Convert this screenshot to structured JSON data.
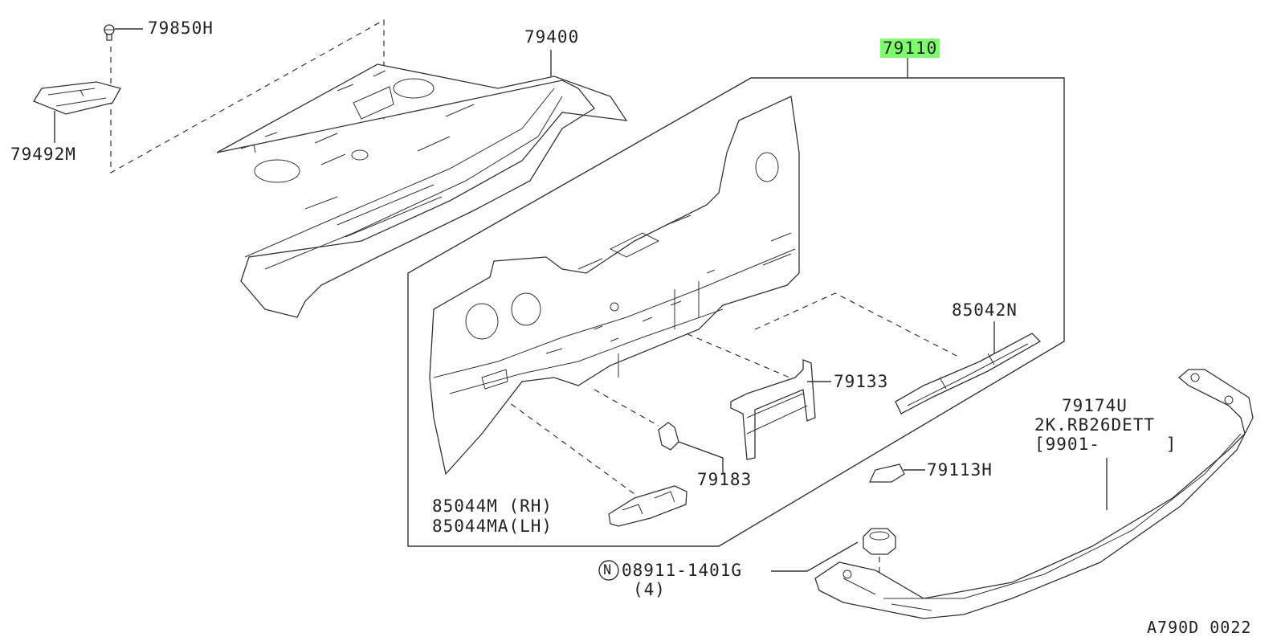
{
  "parts": [
    {
      "id": "79850H",
      "label": "79850H"
    },
    {
      "id": "79400",
      "label": "79400"
    },
    {
      "id": "79110",
      "label": "79110",
      "highlight": "#7dff6b"
    },
    {
      "id": "79492M",
      "label": "79492M"
    },
    {
      "id": "85042N",
      "label": "85042N"
    },
    {
      "id": "79133",
      "label": "79133"
    },
    {
      "id": "79174U",
      "label": "79174U"
    },
    {
      "id": "79174U_note1",
      "label": "2K.RB26DETT"
    },
    {
      "id": "79174U_note2",
      "label": "[9901-      ]"
    },
    {
      "id": "79183",
      "label": "79183"
    },
    {
      "id": "79113H",
      "label": "79113H"
    },
    {
      "id": "85044M",
      "label": "85044M (RH)"
    },
    {
      "id": "85044MA",
      "label": "85044MA(LH)"
    },
    {
      "id": "08911",
      "label": "08911-1401G"
    },
    {
      "id": "08911_qty",
      "label": "(4)"
    },
    {
      "id": "N_symbol",
      "label": "N"
    }
  ],
  "diagram_code": "A790D 0022",
  "colors": {
    "highlight": "#7dff6b",
    "line": "#333333"
  }
}
